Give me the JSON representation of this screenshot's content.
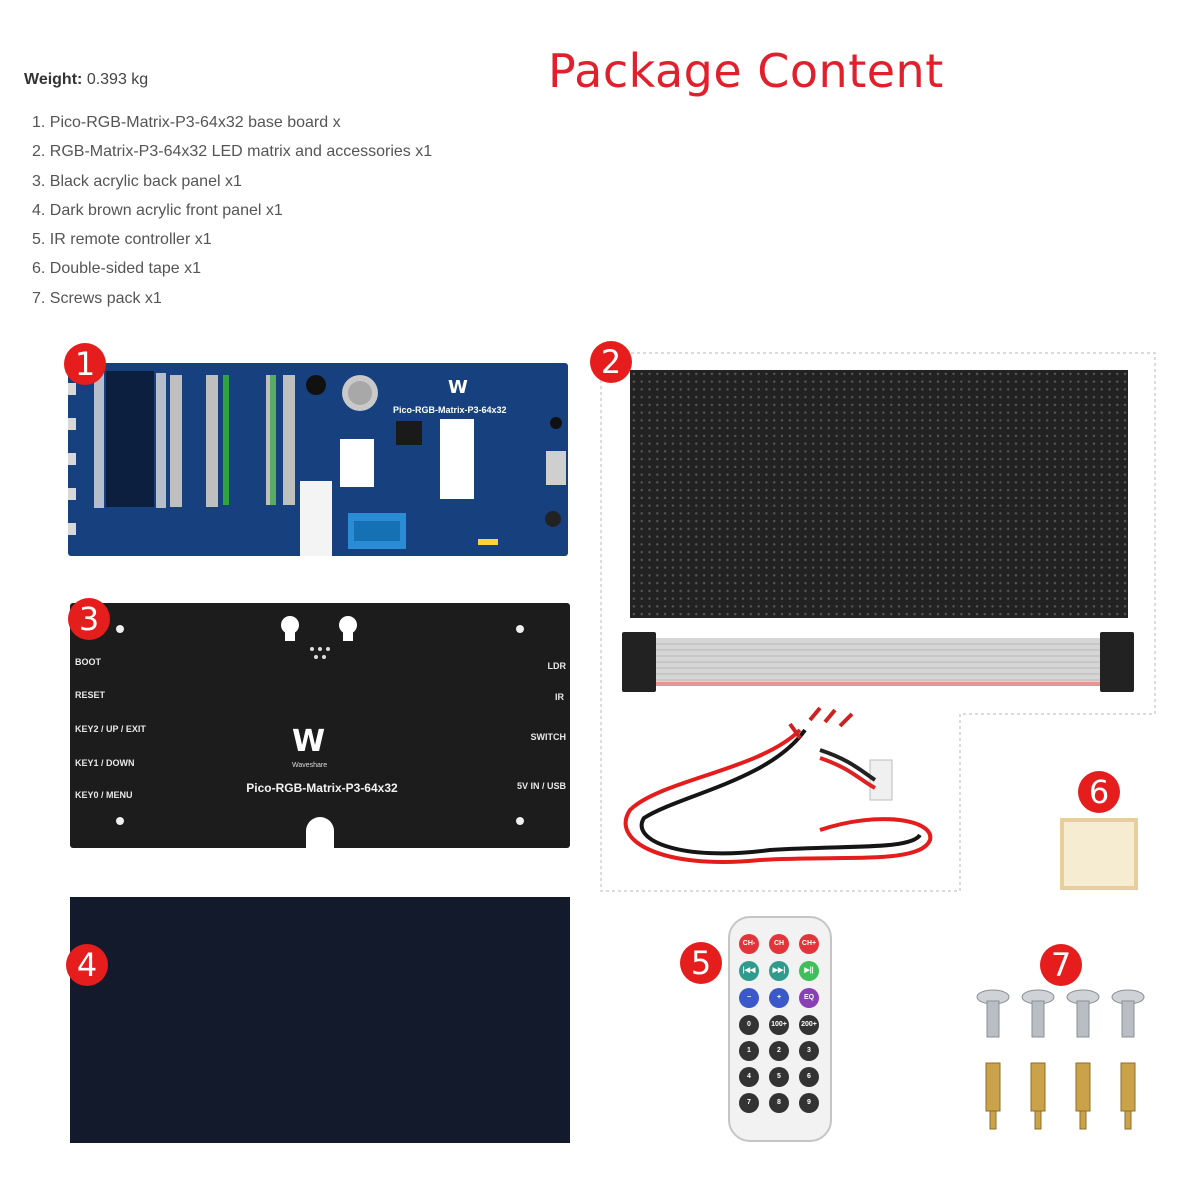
{
  "title": "Package Content",
  "weight": {
    "label": "Weight:",
    "value": "0.393 kg"
  },
  "items": [
    "1. Pico-RGB-Matrix-P3-64x32 base board x",
    "2. RGB-Matrix-P3-64x32 LED matrix and accessories x1",
    "3. Black acrylic back panel x1",
    "4. Dark brown acrylic front panel x1",
    "5. IR remote controller x1",
    "6. Double-sided tape x1",
    "7. Screws pack x1"
  ],
  "badges": [
    "1",
    "2",
    "3",
    "4",
    "5",
    "6",
    "7"
  ],
  "base_board": {
    "silkscreen": "Pico-RGB-Matrix-P3-64x32"
  },
  "back_panel": {
    "brand": "Waveshare",
    "model": "Pico-RGB-Matrix-P3-64x32",
    "left_labels": [
      "BOOT",
      "RESET",
      "KEY2 / UP / EXIT",
      "KEY1 / DOWN",
      "KEY0 / MENU"
    ],
    "right_labels": [
      "LDR",
      "IR",
      "SWITCH",
      "5V IN / USB"
    ]
  },
  "remote_buttons": [
    "CH-",
    "CH",
    "CH+",
    "|◀◀",
    "▶▶|",
    "▶||",
    "−",
    "+",
    "EQ",
    "0",
    "100+",
    "200+",
    "1",
    "2",
    "3",
    "4",
    "5",
    "6",
    "7",
    "8",
    "9"
  ],
  "colors": {
    "title": "#e0202a",
    "badge": "#e51d1d",
    "pcb": "#17407f",
    "back_panel": "#1c1c1c",
    "front_panel": "#131a2c"
  },
  "icons": {
    "logo": "waveshare-logo-icon",
    "screw": "screw-icon",
    "standoff": "brass-standoff-icon"
  }
}
